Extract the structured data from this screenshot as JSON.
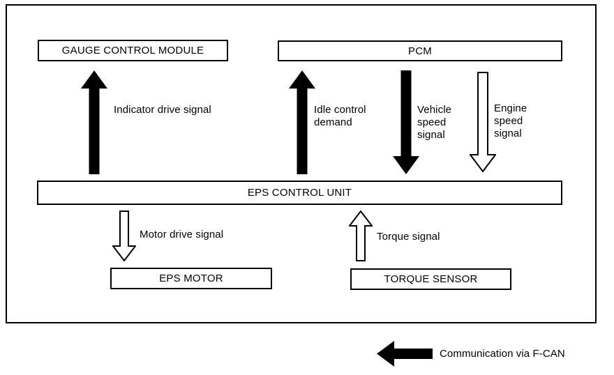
{
  "boxes": {
    "gauge": {
      "label": "GAUGE CONTROL MODULE"
    },
    "pcm": {
      "label": "PCM"
    },
    "eps_control": {
      "label": "EPS CONTROL UNIT"
    },
    "eps_motor": {
      "label": "EPS MOTOR"
    },
    "torque_sensor": {
      "label": "TORQUE SENSOR"
    }
  },
  "signals": {
    "indicator": {
      "label": "Indicator drive signal",
      "direction": "up",
      "arrow_style": "filled-black",
      "from": "eps_control",
      "to": "gauge"
    },
    "idle": {
      "label": "Idle control\ndemand",
      "direction": "up",
      "arrow_style": "filled-black",
      "from": "eps_control",
      "to": "pcm"
    },
    "vehicle_speed": {
      "label": "Vehicle\nspeed\nsignal",
      "direction": "down",
      "arrow_style": "filled-black",
      "from": "pcm",
      "to": "eps_control"
    },
    "engine_speed": {
      "label": "Engine\nspeed\nsignal",
      "direction": "down",
      "arrow_style": "outline-white",
      "from": "pcm",
      "to": "eps_control"
    },
    "motor_drive": {
      "label": "Motor drive signal",
      "direction": "down",
      "arrow_style": "outline-white",
      "from": "eps_control",
      "to": "eps_motor"
    },
    "torque": {
      "label": "Torque signal",
      "direction": "up",
      "arrow_style": "outline-white",
      "from": "torque_sensor",
      "to": "eps_control"
    }
  },
  "legend": {
    "label": "Communication via F-CAN",
    "direction": "left",
    "arrow_style": "filled-black"
  },
  "colors": {
    "foreground": "#000000",
    "background": "#ffffff"
  }
}
